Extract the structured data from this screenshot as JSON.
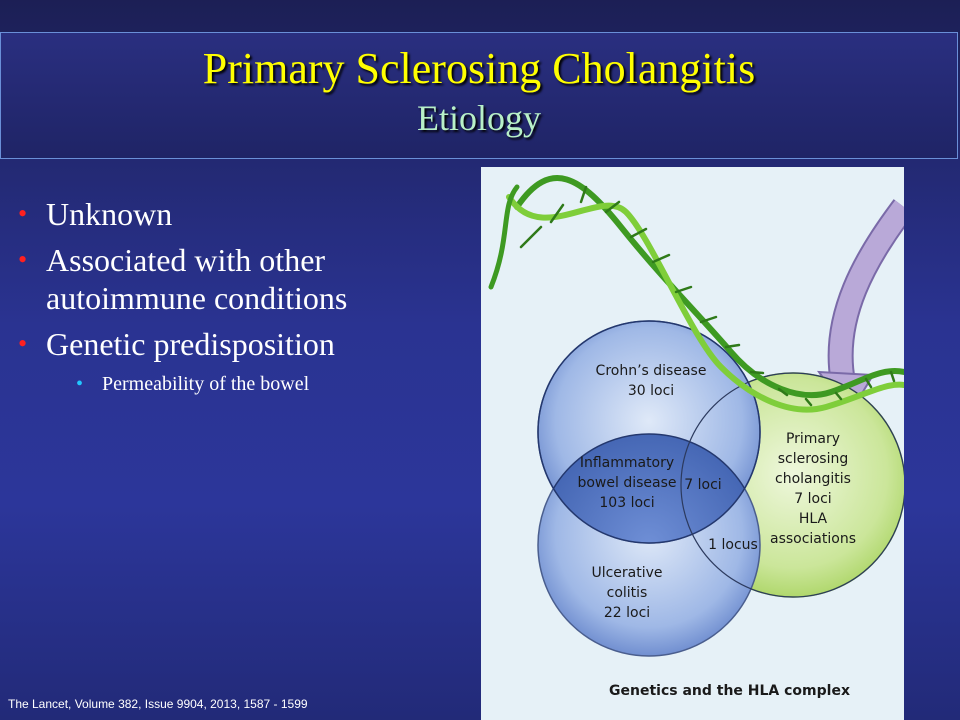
{
  "slide": {
    "title": "Primary Sclerosing Cholangitis",
    "subtitle": "Etiology",
    "bullets": [
      {
        "text": "Unknown"
      },
      {
        "text": "Associated with other autoimmune conditions"
      },
      {
        "text": "Genetic predisposition",
        "sub": [
          "Permeability of the bowel"
        ]
      }
    ],
    "citation": "The Lancet, Volume 382, Issue 9904, 2013, 1587 - 1599"
  },
  "figure": {
    "crohns": {
      "line1": "Crohn’s disease",
      "line2": "30 loci"
    },
    "ibd": {
      "line1": "Inflammatory",
      "line2": "bowel disease",
      "line3": "103 loci"
    },
    "overlap_crohns_psc": "7 loci",
    "overlap_uc_psc": "1 locus",
    "uc": {
      "line1": "Ulcerative",
      "line2": "colitis",
      "line3": "22 loci"
    },
    "psc": {
      "line1": "Primary",
      "line2": "sclerosing",
      "line3": "cholangitis",
      "line4": "7 loci",
      "line5": "HLA",
      "line6": "associations"
    },
    "caption": "Genetics and the HLA complex",
    "colors": {
      "blue_circle": "#6e8fd0",
      "psc_green": "#b9dd7a",
      "dna_green": "#4caf2a",
      "arrow_purple": "#b9a9d8"
    }
  }
}
